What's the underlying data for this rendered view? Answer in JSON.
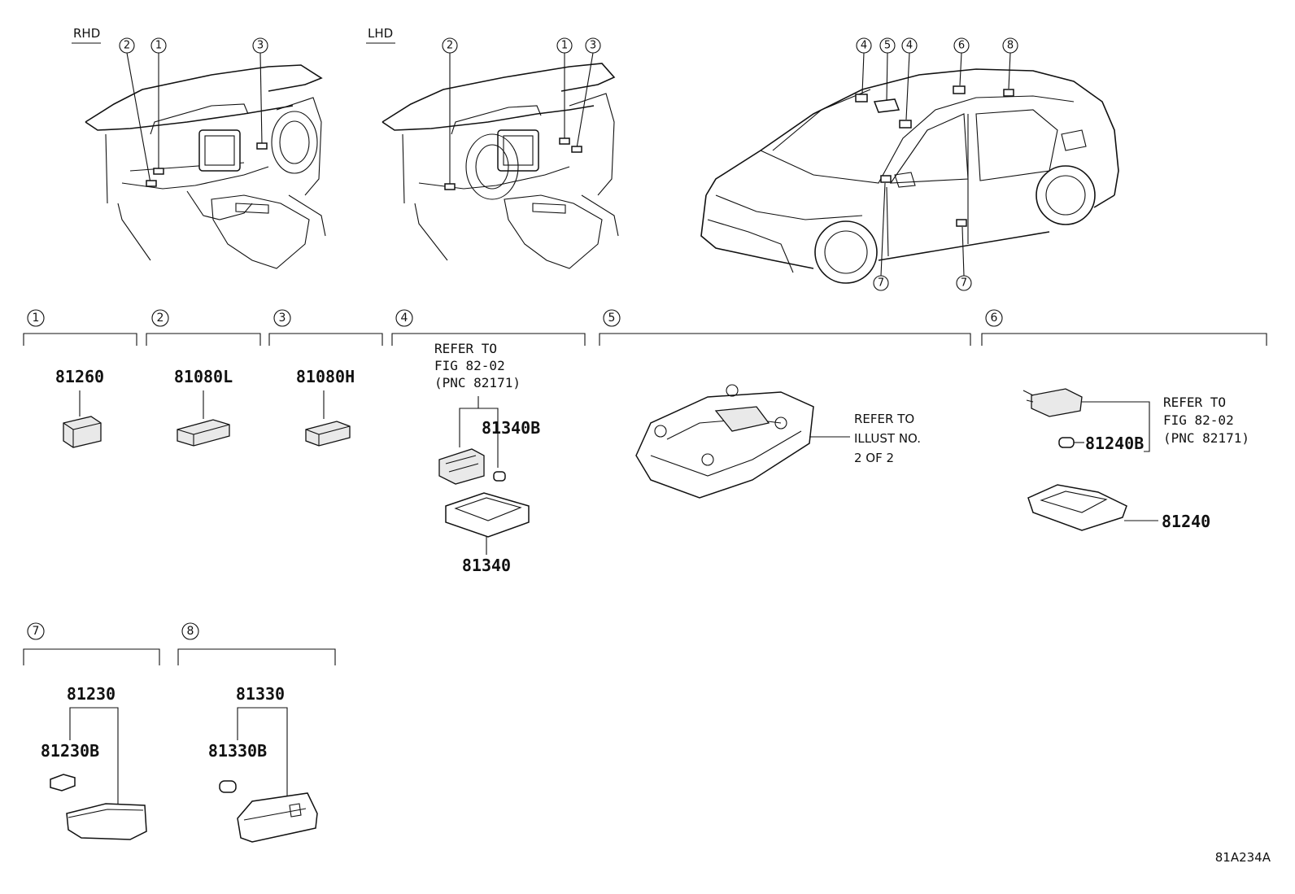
{
  "views": {
    "rhd": "RHD",
    "lhd": "LHD",
    "rhd_callouts": [
      "2",
      "1",
      "3"
    ],
    "lhd_callouts": [
      "2",
      "1",
      "3"
    ],
    "car_callouts_top": [
      "4",
      "5",
      "4",
      "6",
      "8"
    ],
    "car_callouts_bottom": [
      "7",
      "7"
    ]
  },
  "sections": [
    {
      "num": "1",
      "parts": [
        "81260"
      ]
    },
    {
      "num": "2",
      "parts": [
        "81080L"
      ]
    },
    {
      "num": "3",
      "parts": [
        "81080H"
      ]
    },
    {
      "num": "4",
      "note": [
        "REFER TO",
        "FIG 82-02",
        "(PNC 82171)"
      ],
      "parts": [
        "81340B",
        "81340"
      ]
    },
    {
      "num": "5",
      "note": [
        "REFER TO",
        "ILLUST NO.",
        "2 OF 2"
      ]
    },
    {
      "num": "6",
      "note": [
        "REFER TO",
        "FIG 82-02",
        "(PNC 82171)"
      ],
      "parts": [
        "81240B",
        "81240"
      ]
    },
    {
      "num": "7",
      "parts": [
        "81230",
        "81230B"
      ]
    },
    {
      "num": "8",
      "parts": [
        "81330",
        "81330B"
      ]
    }
  ],
  "diagram_code": "81A234A"
}
